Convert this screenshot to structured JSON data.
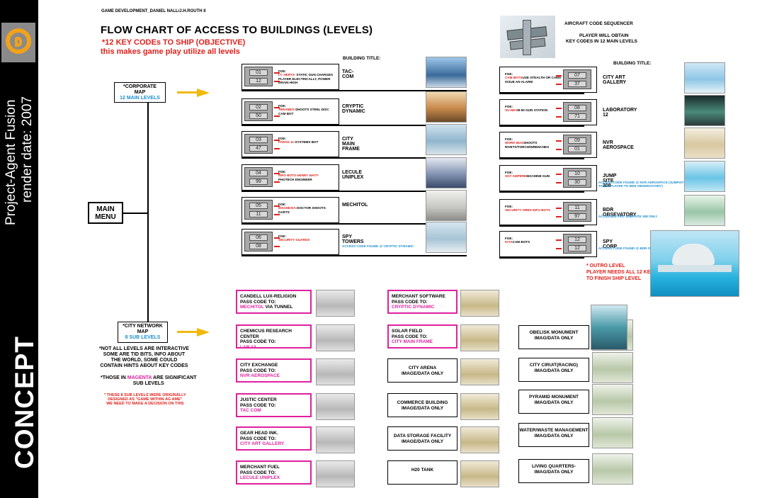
{
  "sidebar": {
    "project": "Project-Agent Fusion",
    "render_date": "render date: 2007",
    "concept": "CONCEPT",
    "logo_icon": "circular-logo-icon"
  },
  "header": {
    "credit": "GAME DEVELOPMENT_DANIEL NALL/J.H.ROUTH II",
    "title": "FLOW CHART OF ACCESS TO BUILDINGS (LEVELS)",
    "objective_1": "*12 KEY CODEs TO SHIP (OBJECTIVE)",
    "objective_2": "this makes game play utilize all levels"
  },
  "aircraft": {
    "title": "AIRCRAFT CODE SEQUENCER",
    "desc_1": "PLAYER WILL OBTAIN",
    "desc_2": "KEY CODES IN 12 MAIN LEVELS"
  },
  "corporate_map": {
    "line1": "*CORPORATE",
    "line2": "MAP",
    "line3": "12 MAIN LEVELS"
  },
  "main_menu": {
    "line1": "MAIN",
    "line2": "MENU"
  },
  "city_map": {
    "line1": "*CITY NETWORK",
    "line2": "MAP",
    "line3": "8 SUB LEVELS"
  },
  "notes": {
    "n1": "*NOT ALL LEVELS ARE INTERACTIVE",
    "n2": "SOME ARE TID BITS, INFO ABOUT",
    "n3": "THE WORLD, SOME COULD",
    "n4": "CONTAIN HINTS ABOUT KEY CODES",
    "n5a": "*THOSE IN ",
    "n5b": "MAGENTA",
    "n5c": " ARE SIGNIFICANT",
    "n6": "SUB LEVELS",
    "n7": "* THESE  8 SUB LEVELS WERE ORIGINALLY",
    "n8": "DESIGNED AS \"GAME WITHIN AG AME\"",
    "n9": "WE NEED TO MAKE A DECISION ON THIS"
  },
  "building_title_label": "BUILDING TITLE:",
  "levels_left": [
    {
      "codes": [
        "01",
        "12"
      ],
      "foe_lead": "FOE:",
      "foe_red": "LT. HERTZ",
      "foe_rest": "- STATIC GUN CHARGES PLAYER ELECTRICALLY, POWER DRAIN HIGH",
      "title": "TAC-COM",
      "note": ""
    },
    {
      "codes": [
        "02",
        "50"
      ],
      "foe_lead": "FOE:",
      "foe_red": "TERAMES",
      "foe_rest": "-SHOOTS STEEL DISC CAM BOT",
      "title": "CRYPTIC DYNAMIC",
      "note": ""
    },
    {
      "codes": [
        "03",
        "47"
      ],
      "foe_lead": "FOE:",
      "foe_red": "FARAD 11",
      "foe_rest": "-SYSTEMS BOT",
      "title": "CITY MAIN FRAME",
      "note": ""
    },
    {
      "codes": [
        "04",
        "99"
      ],
      "foe_lead": "FOE:",
      "foe_red": "INFO BOTS HENRY WATT",
      "foe_rest": "- PHOTECH ENGINEER",
      "title": "LECULE UNIPLEX",
      "note": ""
    },
    {
      "codes": [
        "05",
        "11"
      ],
      "foe_lead": "FOE:",
      "foe_red": "MAGNESIA",
      "foe_rest": "-DOCTOR SHOOTS DARTS",
      "title": "MECHITOL",
      "note": ""
    },
    {
      "codes": [
        "06",
        "08"
      ],
      "foe_lead": "FOE:",
      "foe_red": "SECURITY GUARDS",
      "foe_rest": "",
      "title": "SPY TOWERS",
      "note": "ACCESS CODE FOUND @ CRYPTIC DYNAMIC"
    }
  ],
  "levels_right": [
    {
      "codes": [
        "07",
        "37"
      ],
      "foe_lead": "FOE:",
      "foe_red": "CAM BOTS",
      "foe_rest": "USE STEALTH OR CAMS ISSUE AN ALARM",
      "title": "CITY ART GALLERY",
      "note": ""
    },
    {
      "codes": [
        "08",
        "71"
      ],
      "foe_lead": "FOE:",
      "foe_red": "SU-NEV",
      "foe_rest": "M-50 GUN STATION",
      "title": "LABORATORY 12",
      "note": ""
    },
    {
      "codes": [
        "09",
        "01"
      ],
      "foe_lead": "FOE:",
      "foe_red": "WORK BUG",
      "foe_rest": "SHOOTS RIVETS/TORCH/WRENCHES",
      "title": "NVR AEROSPACE",
      "note": ""
    },
    {
      "codes": [
        "10",
        "30"
      ],
      "foe_lead": "FOE:",
      "foe_red": "SGT AMPERE",
      "foe_rest": "MACHINE GUN",
      "title": "JUMP SITE 308",
      "note": "ACCESS CODE FOUND @ NVR AEROSPACE (JUMPSITE TAKES PLAYER TO BDR OBSERVATORY)"
    },
    {
      "codes": [
        "11",
        "97"
      ],
      "foe_lead": "FOE:",
      "foe_red": "SECURITY ORBS INFO BOTS",
      "foe_rest": "",
      "title": "BDR OBSEVATORY",
      "note": "ACCESSED FRO JUMPSITE 308 ONLY"
    },
    {
      "codes": [
        "12",
        "12"
      ],
      "foe_lead": "FOE:",
      "foe_red": "IOTA",
      "foe_rest": "CAM BOTS",
      "title": "SPY CORP",
      "note": "ACCESS CODE FOUND @ BDR OBSERVATORY"
    }
  ],
  "outro": {
    "l1": "* OUTRO LEVEL",
    "l2": "PLAYER NEEDS ALL 12 KEY CODES",
    "l3": "TO FINISH SHIP LEVEL"
  },
  "sub_col1": [
    {
      "name": "CANDELL LUX-RELIGION",
      "pass": "PASS CODE TO:",
      "target": "MECHITOL",
      "suffix": " VIA TUNNEL"
    },
    {
      "name": "CHEMICUS RESEARCH CENTER",
      "pass": "PASS CODE TO:",
      "target": "LAB 12",
      "suffix": ""
    },
    {
      "name": "CITY EXCHANGE",
      "pass": "PASS CODE TO:",
      "target": "NVR AEROSPACE",
      "suffix": ""
    },
    {
      "name": "JUSTIC CENTER",
      "pass": "PASS CODE TO:",
      "target": "TAC COM",
      "suffix": ""
    },
    {
      "name": "GEAR HEAD INK.",
      "pass": "PASS CODE TO:",
      "target": "CITY ART GALLERY",
      "suffix": ""
    },
    {
      "name": "MERCHANT FUEL",
      "pass": "PASS CODE TO:",
      "target": "LECULE UNIPLEX",
      "suffix": ""
    }
  ],
  "sub_col2": [
    {
      "kind": "pass",
      "name": "MERCHANT SOFTWARE",
      "pass": "PASS CODE TO:",
      "target": "CRYPTIC DYNAMIC"
    },
    {
      "kind": "pass",
      "name": "SOLAR FIELD",
      "pass": "PASS CODE TO:",
      "target": "CITY MAIN FRAME"
    },
    {
      "kind": "info",
      "name": "CITY ARENA",
      "sub": "IMAGE/DATA ONLY"
    },
    {
      "kind": "info",
      "name": "COMMERCE BUILDING",
      "sub": "IMAGE/DATA ONLY"
    },
    {
      "kind": "info",
      "name": "DATA STORAGE FACILITY",
      "sub": "IMAGE/DATA ONLY"
    },
    {
      "kind": "info",
      "name": "H20 TANK",
      "sub": ""
    }
  ],
  "sub_col3": [
    {
      "name": "OBELISK MONUMENT",
      "sub": "IMAG/DATA ONLY"
    },
    {
      "name": "CITY CIRUIT(RACING)",
      "sub": "IMAG/DATA ONLY"
    },
    {
      "name": "PYRAMID MONUMENT",
      "sub": "IMAG/DATA ONLY"
    },
    {
      "name": "WATER/WASTE MANAGEMENT",
      "sub": "IMAG/DATA ONLY"
    },
    {
      "name": "LIVING QUARTERS-",
      "sub": "IMAG/DATA ONLY"
    }
  ],
  "colors": {
    "red": "#e0201a",
    "blue": "#1a8fd0",
    "magenta": "#e020a0",
    "arrow": "#f2b80c",
    "logo": "#f2a21a"
  }
}
